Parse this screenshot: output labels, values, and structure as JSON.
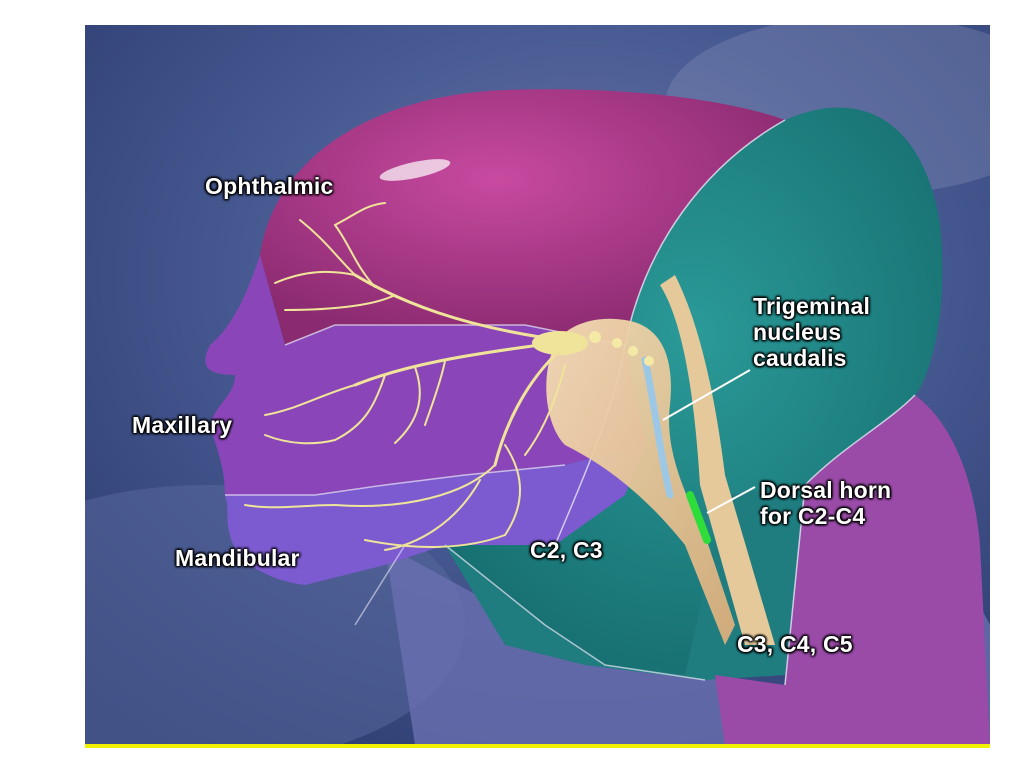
{
  "labels": {
    "ophthalmic": "Ophthalmic",
    "maxillary": "Maxillary",
    "mandibular": "Mandibular",
    "c2_c3": "C2, C3",
    "c3_c4_c5": "C3, C4, C5",
    "trigeminal": "Trigeminal\nnucleus\ncaudalis",
    "dorsal_horn": "Dorsal horn\nfor C2-C4"
  },
  "colors": {
    "background": "#3a4f8a",
    "ophthalmic_region": "#a0307d",
    "maxillary_region": "#8a46b8",
    "mandibular_region": "#7c5ad0",
    "cervical_region": "#1f8282",
    "neck_region": "#9a4ba8",
    "nerve": "#efe49a",
    "brainstem": "#e8c79a",
    "nucleus": "#9cc8e6",
    "dorsal_horn": "#2fdd3a",
    "bottom_bar": "#f2f200"
  }
}
